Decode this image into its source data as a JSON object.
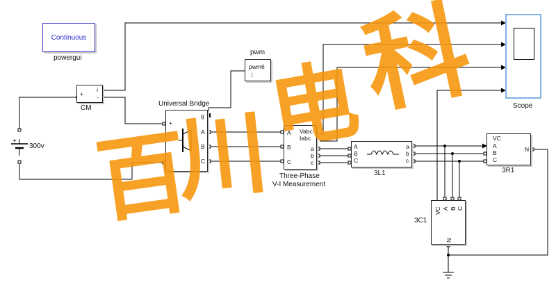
{
  "powergui": {
    "button_text": "Continuous",
    "name": "powergui"
  },
  "cm": {
    "name": "CM",
    "port_plus": "+",
    "port_minus": "-",
    "port_i": "i"
  },
  "source": {
    "name": "300v"
  },
  "pwm": {
    "name": "pwm",
    "block_text": "pwm6"
  },
  "bridge": {
    "name": "Universal Bridge",
    "port_g": "g",
    "port_a": "A",
    "port_b": "B",
    "port_c": "C",
    "port_plus": "+",
    "port_minus": "-"
  },
  "meas": {
    "name_line1": "Three-Phase",
    "name_line2": "V-I Measurement",
    "port_vabc": "Vabc",
    "port_iabc": "Iabc",
    "in_a": "A",
    "in_b": "B",
    "in_c": "C",
    "out_a": "a",
    "out_b": "b",
    "out_c": "c"
  },
  "inductor": {
    "name": "3L1",
    "in_a": "A",
    "in_b": "B",
    "in_c": "C",
    "out_a": "a",
    "out_b": "b",
    "out_c": "c"
  },
  "resistor": {
    "name": "3R1",
    "port_vc": "VC",
    "port_a": "A",
    "port_b": "B",
    "port_c": "C",
    "port_n": "N"
  },
  "capacitor": {
    "name": "3C1",
    "port_vc": "VC",
    "port_a": "A",
    "port_b": "B",
    "port_c": "C",
    "port_n": "N"
  },
  "scope": {
    "name": "Scope"
  },
  "watermark": {
    "char1": "百",
    "char2": "川",
    "char3": "电",
    "char4": "科"
  },
  "colors": {
    "wire": "#000000",
    "watermark": "#f6960a",
    "scope_border": "#7fb1e3",
    "powergui_border": "#3d3dcc",
    "continuous_text": "#2b2bcc"
  }
}
